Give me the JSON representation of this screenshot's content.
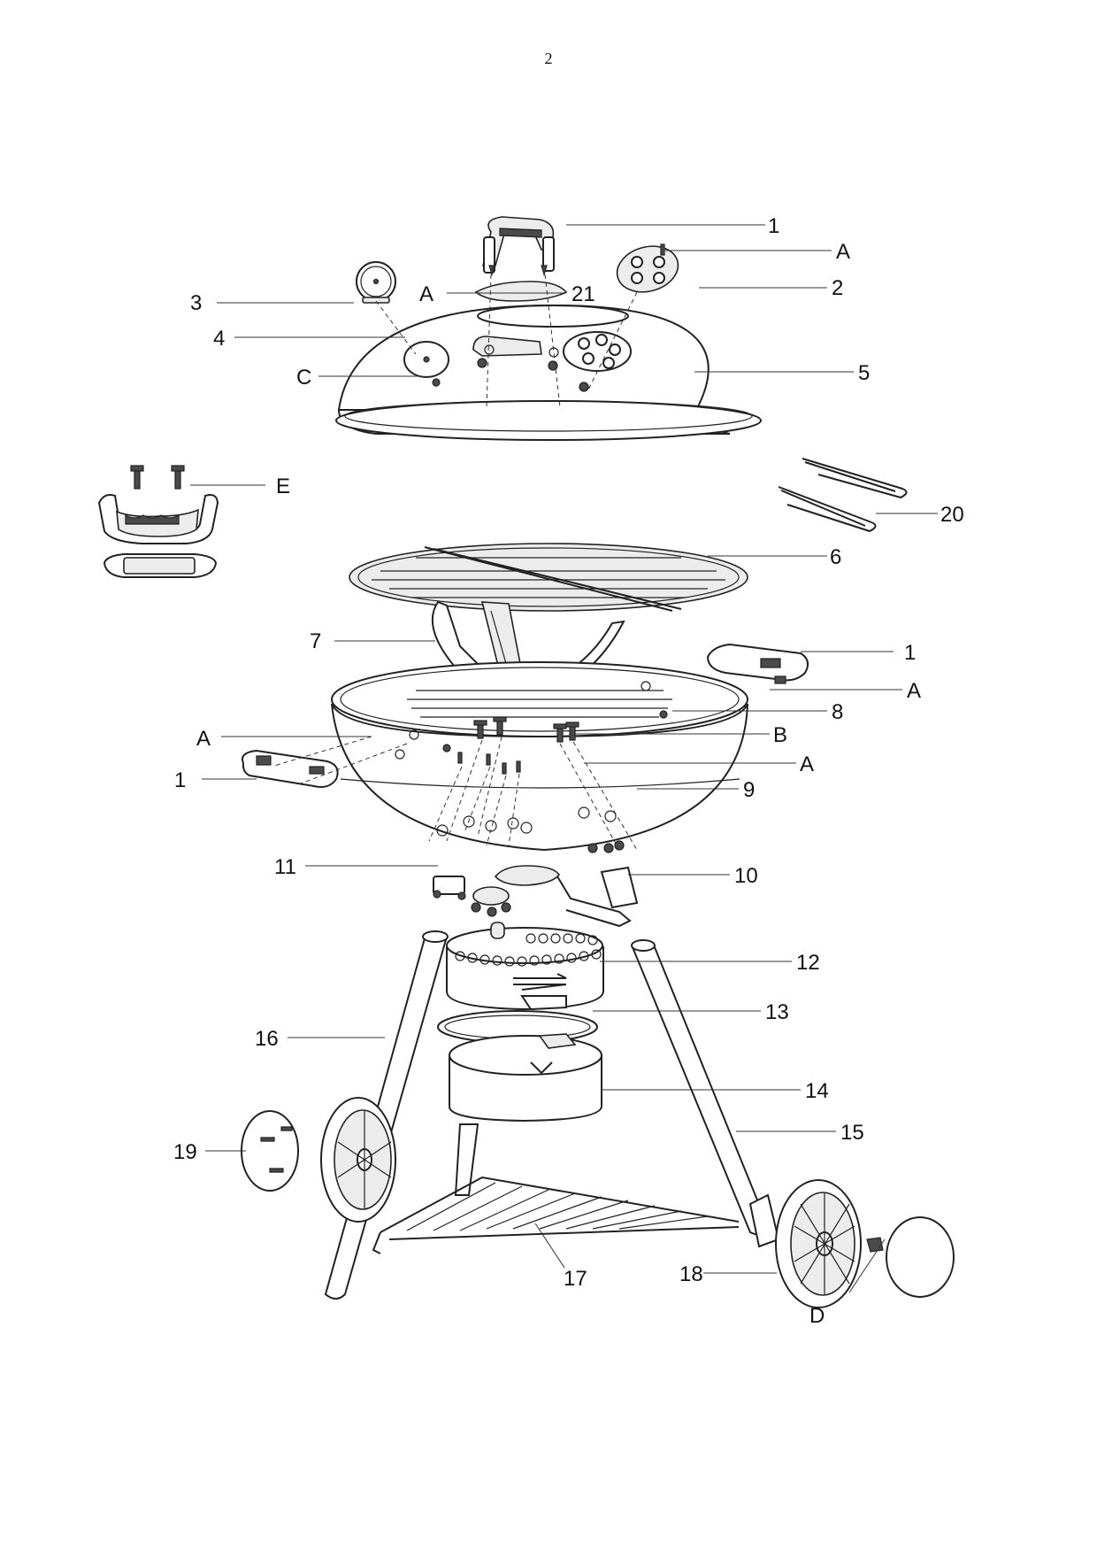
{
  "page": {
    "number": "2"
  },
  "callouts": [
    {
      "id": "c-1-lid-handle",
      "text": "1"
    },
    {
      "id": "c-A-top",
      "text": "A"
    },
    {
      "id": "c-2",
      "text": "2"
    },
    {
      "id": "c-21",
      "text": "21"
    },
    {
      "id": "c-A-21",
      "text": "A"
    },
    {
      "id": "c-3",
      "text": "3"
    },
    {
      "id": "c-4",
      "text": "4"
    },
    {
      "id": "c-C",
      "text": "C"
    },
    {
      "id": "c-5",
      "text": "5"
    },
    {
      "id": "c-E",
      "text": "E"
    },
    {
      "id": "c-20",
      "text": "20"
    },
    {
      "id": "c-6",
      "text": "6"
    },
    {
      "id": "c-7",
      "text": "7"
    },
    {
      "id": "c-1-right",
      "text": "1"
    },
    {
      "id": "c-A-right",
      "text": "A"
    },
    {
      "id": "c-8",
      "text": "8"
    },
    {
      "id": "c-A-left",
      "text": "A"
    },
    {
      "id": "c-B",
      "text": "B"
    },
    {
      "id": "c-A-mid",
      "text": "A"
    },
    {
      "id": "c-1-left",
      "text": "1"
    },
    {
      "id": "c-9",
      "text": "9"
    },
    {
      "id": "c-11",
      "text": "11"
    },
    {
      "id": "c-10",
      "text": "10"
    },
    {
      "id": "c-12",
      "text": "12"
    },
    {
      "id": "c-13",
      "text": "13"
    },
    {
      "id": "c-16",
      "text": "16"
    },
    {
      "id": "c-14",
      "text": "14"
    },
    {
      "id": "c-15",
      "text": "15"
    },
    {
      "id": "c-19",
      "text": "19"
    },
    {
      "id": "c-18",
      "text": "18"
    },
    {
      "id": "c-17",
      "text": "17"
    },
    {
      "id": "c-D",
      "text": "D"
    }
  ]
}
